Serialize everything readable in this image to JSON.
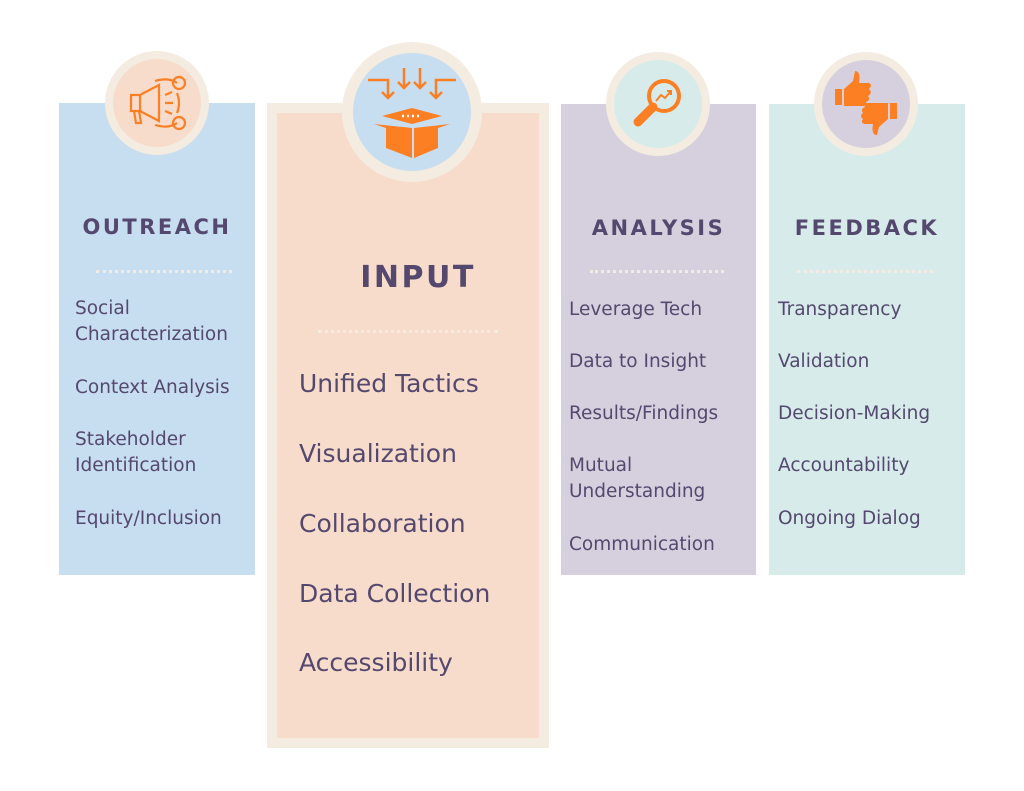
{
  "colors": {
    "text": "#54486f",
    "accent": "#fc7f24",
    "blue": "#c7ddf0",
    "peach": "#f7dccb",
    "lavender": "#d6d0de",
    "mint": "#d7ecea",
    "cream": "#f4ece0"
  },
  "columns": {
    "outreach": {
      "title": "OUTREACH",
      "icon": "megaphone-icon",
      "items": [
        [
          "Social",
          "Characterization"
        ],
        [
          "Context Analysis"
        ],
        [
          "Stakeholder",
          "Identification"
        ],
        [
          "Equity/Inclusion"
        ]
      ]
    },
    "input": {
      "title": "INPUT",
      "icon": "box-arrows-icon",
      "items": [
        "Unified Tactics",
        "Visualization",
        "Collaboration",
        "Data Collection",
        "Accessibility"
      ]
    },
    "analysis": {
      "title": "ANALYSIS",
      "icon": "magnifier-chart-icon",
      "items": [
        [
          "Leverage Tech"
        ],
        [
          "Data to Insight"
        ],
        [
          "Results/Findings"
        ],
        [
          "Mutual",
          "Understanding"
        ],
        [
          "Communication"
        ]
      ]
    },
    "feedback": {
      "title": "FEEDBACK",
      "icon": "thumbs-up-down-icon",
      "items": [
        [
          "Transparency"
        ],
        [
          "Validation"
        ],
        [
          "Decision-Making"
        ],
        [
          "Accountability"
        ],
        [
          "Ongoing Dialog"
        ]
      ]
    }
  }
}
